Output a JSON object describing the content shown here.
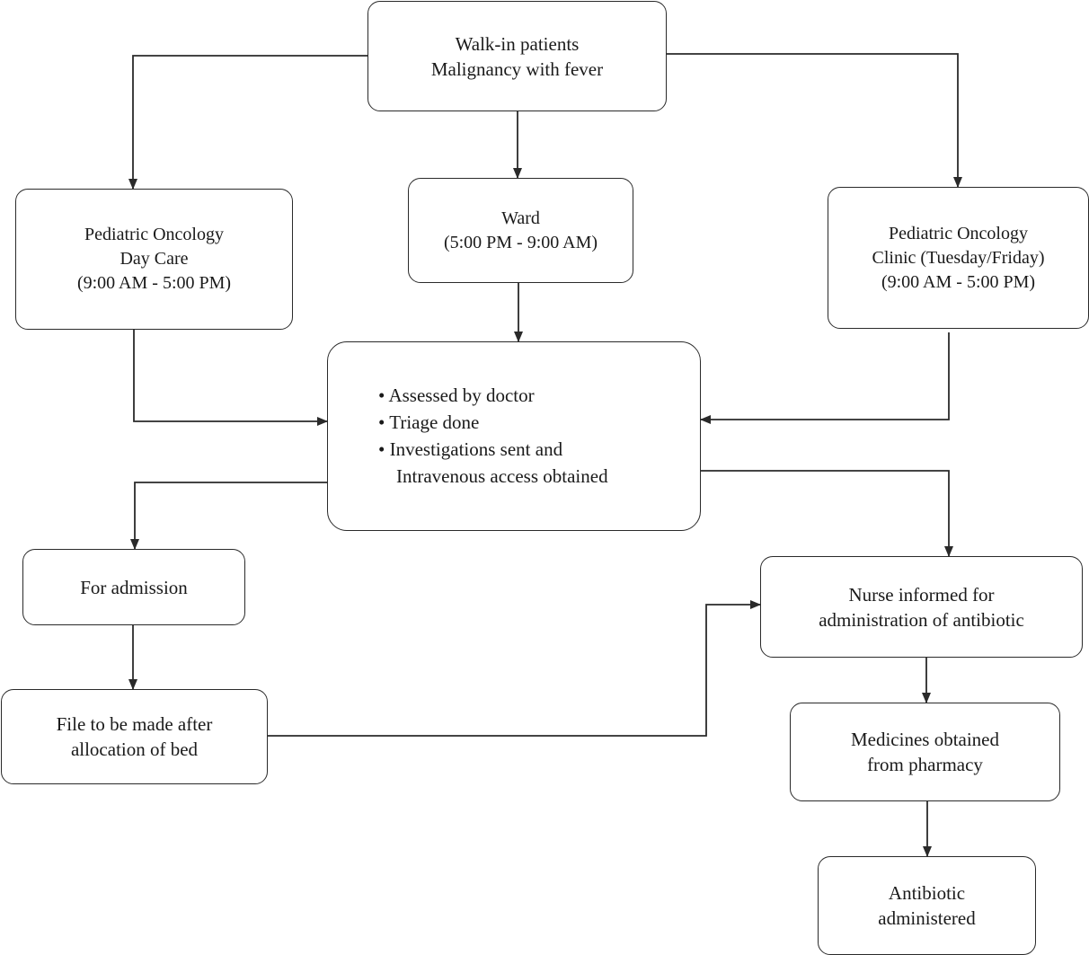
{
  "nodes": {
    "walkin": {
      "lines": [
        "Walk-in patients",
        "Malignancy with fever"
      ]
    },
    "daycare": {
      "lines": [
        "Pediatric Oncology",
        "Day Care",
        "(9:00 AM - 5:00 PM)"
      ]
    },
    "ward": {
      "lines": [
        "Ward",
        "(5:00 PM - 9:00 AM)"
      ]
    },
    "clinic": {
      "lines": [
        "Pediatric Oncology",
        "Clinic (Tuesday/Friday)",
        "(9:00 AM - 5:00 PM)"
      ]
    },
    "assess": {
      "bullets": [
        "Assessed by doctor",
        "Triage done",
        "Investigations sent and",
        "Intravenous access obtained"
      ]
    },
    "admission": {
      "lines": [
        "For admission"
      ]
    },
    "file": {
      "lines": [
        "File to be made after",
        "allocation of bed"
      ]
    },
    "nurse": {
      "lines": [
        "Nurse informed for",
        "administration of antibiotic"
      ]
    },
    "meds": {
      "lines": [
        "Medicines obtained",
        "from pharmacy"
      ]
    },
    "anti": {
      "lines": [
        "Antibiotic",
        "administered"
      ]
    }
  },
  "edges": [
    {
      "from": "walkin",
      "to": "daycare"
    },
    {
      "from": "walkin",
      "to": "ward"
    },
    {
      "from": "walkin",
      "to": "clinic"
    },
    {
      "from": "daycare",
      "to": "assess"
    },
    {
      "from": "ward",
      "to": "assess"
    },
    {
      "from": "clinic",
      "to": "assess"
    },
    {
      "from": "assess",
      "to": "admission"
    },
    {
      "from": "assess",
      "to": "nurse"
    },
    {
      "from": "admission",
      "to": "file"
    },
    {
      "from": "file",
      "to": "nurse"
    },
    {
      "from": "nurse",
      "to": "meds"
    },
    {
      "from": "meds",
      "to": "anti"
    }
  ],
  "colors": {
    "stroke": "#2a2a2a",
    "text": "#1a1a1a",
    "background": "#ffffff"
  }
}
